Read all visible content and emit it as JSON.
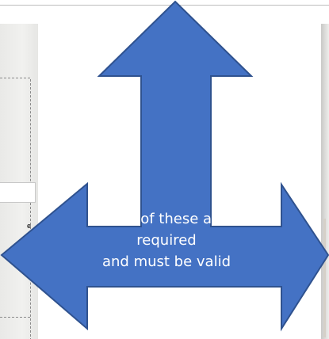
{
  "left_fragment": {
    "text": "e"
  },
  "callout": {
    "line1": "One of these are required",
    "line2": "and must be valid"
  },
  "colors": {
    "arrow_fill": "#4472C4",
    "arrow_stroke": "#2F528F",
    "text": "#FFFFFF"
  },
  "icons": {
    "arrow": "three-way-arrow-icon"
  }
}
